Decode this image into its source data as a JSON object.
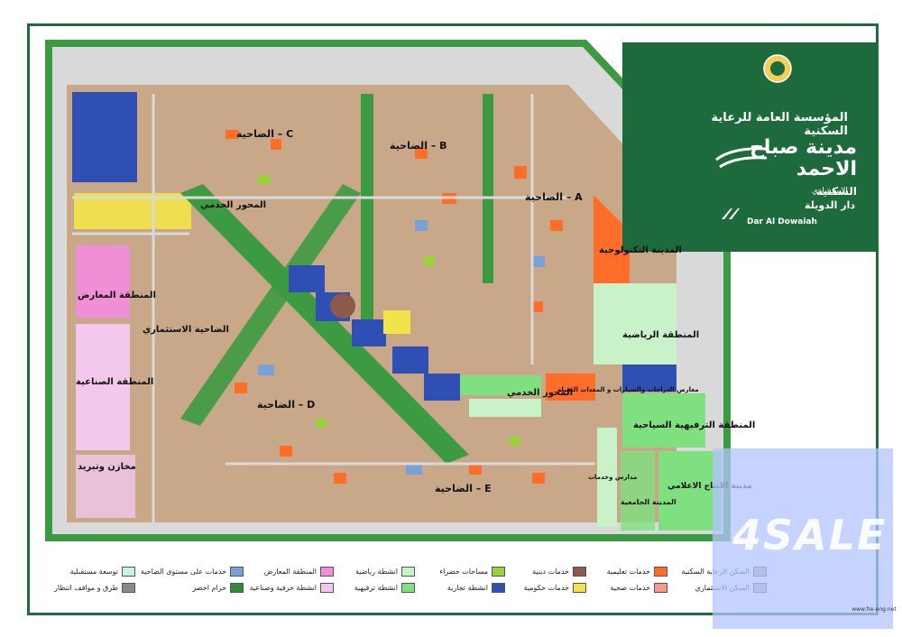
{
  "brand": {
    "organization": "المؤسسة العامة للرعاية السكنية",
    "city_line1": "مدينة صباح الاحمد",
    "city_line2": "السكنية",
    "consultant_label": "الاستشاري",
    "consultant_name_ar": "دار الدويلة",
    "consultant_name_en": "Dar Al Dowaiah",
    "colors": {
      "panel": "#1d6a3d",
      "text": "#ffffff"
    }
  },
  "zones": [
    {
      "id": "suburb-c",
      "label": "C – الضاحية"
    },
    {
      "id": "suburb-b",
      "label": "B – الضاحية"
    },
    {
      "id": "suburb-a",
      "label": "A – الضاحية"
    },
    {
      "id": "suburb-d",
      "label": "D – الضاحية"
    },
    {
      "id": "suburb-e",
      "label": "E – الضاحية"
    },
    {
      "id": "service-axis-north",
      "label": "المحور الخدمي"
    },
    {
      "id": "service-axis-south",
      "label": "المحور الخدمي"
    },
    {
      "id": "exhibitions-zone",
      "label": "المنطقة المعارض"
    },
    {
      "id": "investment-suburb",
      "label": "الضاحية الاستثماري"
    },
    {
      "id": "industrial-zone",
      "label": "المنطقة الصناعية"
    },
    {
      "id": "warehouses",
      "label": "مخازن وتبريد"
    },
    {
      "id": "tech-city",
      "label": "المدينة التكنولوجية"
    },
    {
      "id": "sports-zone",
      "label": "المنطقة الرياضية"
    },
    {
      "id": "car-exhibitions",
      "label": "معارض الدراجات والسيارات و المعدات الثقيلة"
    },
    {
      "id": "tourism-zone",
      "label": "المنطقة الترفيهية السياحية"
    },
    {
      "id": "university-city",
      "label": "المدينة الجامعية"
    },
    {
      "id": "media-city",
      "label": "مدينة الانتاج الاعلامي"
    },
    {
      "id": "mosques-strip",
      "label": "مدارس وخدمات"
    }
  ],
  "legend": [
    {
      "label": "السكن الرعاية السكنية",
      "color": "#c8a889"
    },
    {
      "label": "خدمات تعليمية",
      "color": "#ff6d2a"
    },
    {
      "label": "خدمات دينية",
      "color": "#8b5a4a"
    },
    {
      "label": "مساحات خضراء",
      "color": "#9bd13c"
    },
    {
      "label": "انشطة رياضية",
      "color": "#c9f2c9"
    },
    {
      "label": "المنطقة المعارض",
      "color": "#f08fd6"
    },
    {
      "label": "خدمات على مستوى الضاحية",
      "color": "#7aa0d8"
    },
    {
      "label": "توسعة مستقبلية",
      "color": "#c8f5e0"
    },
    {
      "label": "السكن الاستثماري",
      "color": "#b8b8b8"
    },
    {
      "label": "خدمات صحية",
      "color": "#f59a8a"
    },
    {
      "label": "خدمات حكومية",
      "color": "#f2e34a"
    },
    {
      "label": "انشطة تجارية",
      "color": "#2f4fb5"
    },
    {
      "label": "انشطة ترفيهية",
      "color": "#7ee07e"
    },
    {
      "label": "انشطة حرفية وصناعية",
      "color": "#f3c8ec"
    },
    {
      "label": "حزام اخضر",
      "color": "#2e8b3a"
    },
    {
      "label": "طرق و مواقف انتظار",
      "color": "#8a8a8a"
    }
  ],
  "watermark": {
    "text": "4SALE"
  },
  "site_badge": {
    "text": "www.fre-eng.net"
  }
}
